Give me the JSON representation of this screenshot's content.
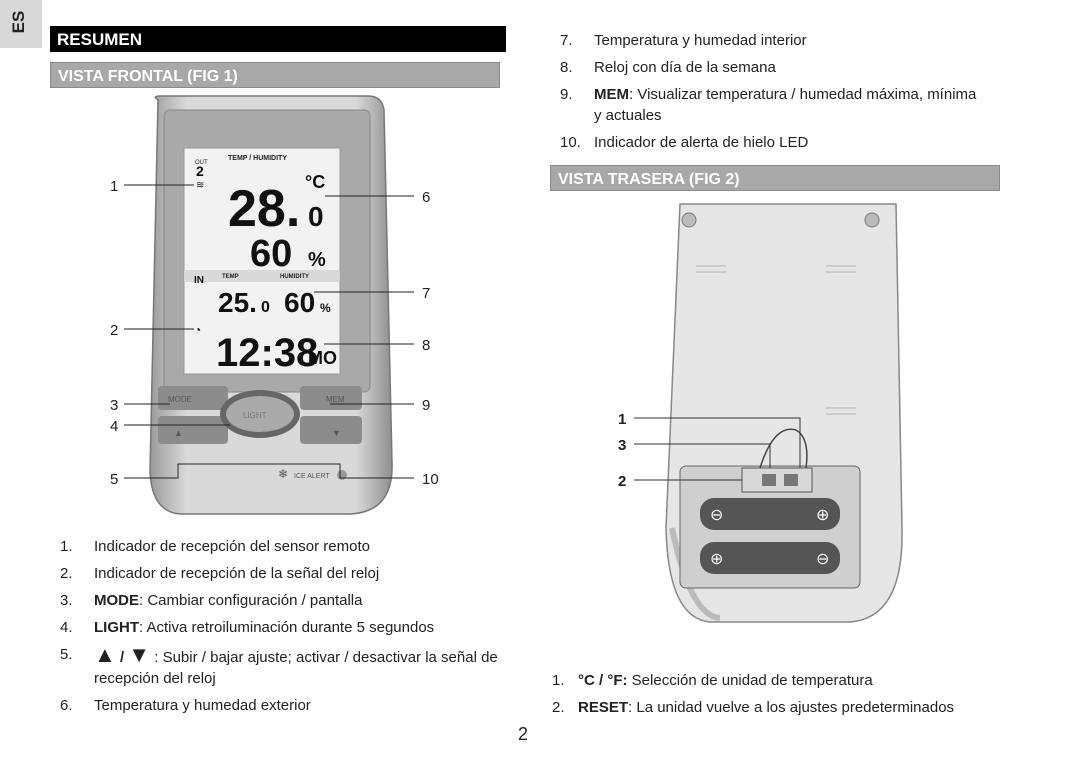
{
  "lang_tab": "ES",
  "page_number": "2",
  "left": {
    "section_title": "RESUMEN",
    "subsection_title": "VISTA FRONTAL (FIG 1)",
    "figure": {
      "lcd_header": "TEMP / HUMIDITY",
      "out_label": "OUT",
      "channel": "2",
      "out_temp": "28.",
      "out_temp_decimal": "0",
      "unit_c": "°C",
      "out_humidity": "60",
      "percent": "%",
      "in_label": "IN",
      "in_temp_label": "TEMP",
      "in_humidity_label": "HUMIDITY",
      "in_temp": "25.",
      "in_temp_decimal": "0",
      "in_humidity": "60",
      "time": "12:38",
      "day": "MO",
      "mode_btn": "MODE",
      "mem_btn": "MEM",
      "light_btn": "LIGHT",
      "ice_alert": "ICE ALERT",
      "callouts": [
        "1",
        "2",
        "3",
        "4",
        "5",
        "6",
        "7",
        "8",
        "9",
        "10"
      ]
    },
    "items": [
      {
        "num": "1.",
        "text": "Indicador de recepción del sensor remoto"
      },
      {
        "num": "2.",
        "text": " Indicador de recepción de la señal del reloj"
      },
      {
        "num": "3.",
        "bold": "MODE",
        "text": ": Cambiar configuración / pantalla"
      },
      {
        "num": "4.",
        "bold": "LIGHT",
        "text": ": Activa retroiluminación durante 5 segundos"
      },
      {
        "num": "5.",
        "bold": "/",
        "text": " : Subir / bajar ajuste; activar / desactivar la señal de recepción del reloj"
      },
      {
        "num": "6.",
        "text": "Temperatura y humedad exterior"
      }
    ]
  },
  "right": {
    "items_top": [
      {
        "num": "7.",
        "text": "Temperatura y humedad interior"
      },
      {
        "num": "8.",
        "text": "Reloj con día de la semana"
      },
      {
        "num": "9.",
        "bold": "MEM",
        "text": ": Visualizar temperatura / humedad máxima, mínima y actuales"
      },
      {
        "num": "10.",
        "text": "Indicador de alerta de hielo LED"
      }
    ],
    "subsection_title": "VISTA TRASERA (FIG 2)",
    "figure": {
      "callouts": [
        "1",
        "3",
        "2"
      ]
    },
    "items_bottom": [
      {
        "num": "1.",
        "bold": "°C  / °F:",
        "text": " Selección de unidad de temperatura"
      },
      {
        "num": "2.",
        "bold": "RESET",
        "text": ": La unidad vuelve a los ajustes predeterminados"
      }
    ]
  }
}
